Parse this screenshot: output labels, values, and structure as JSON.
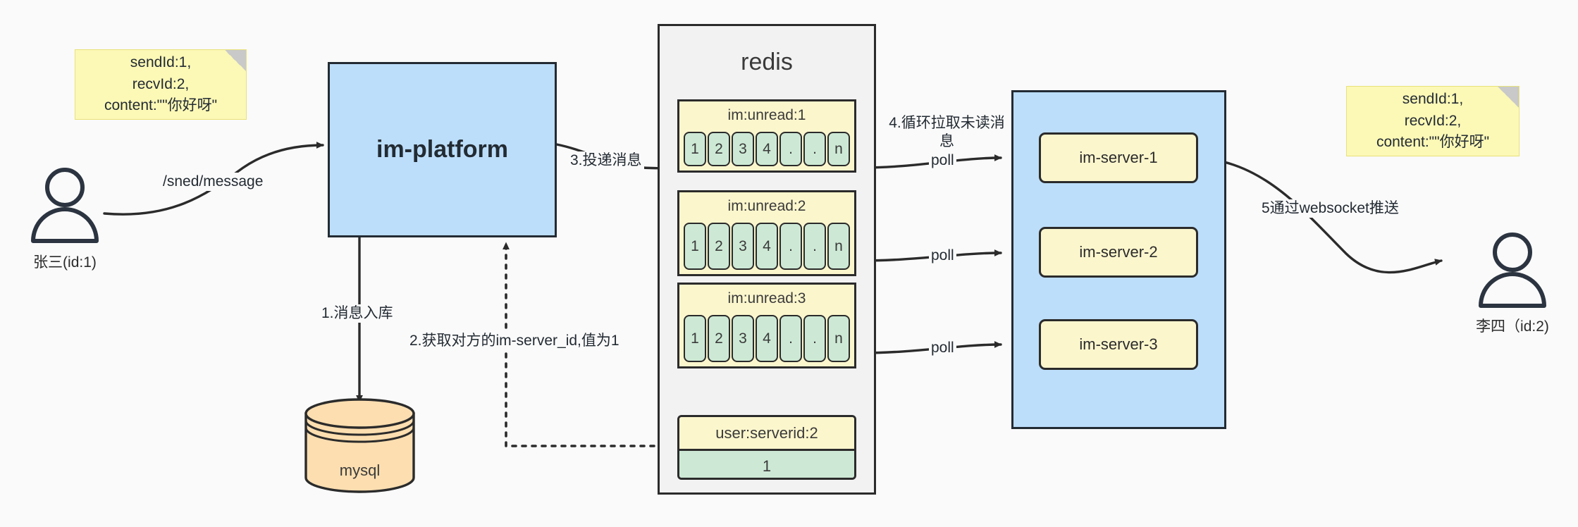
{
  "theme": {
    "bg": "#fafafa",
    "note_fill": "#fcf8b6",
    "blue_fill": "#bcdefa",
    "grey_fill": "#f2f2f2",
    "yellow_fill": "#fcf6cd",
    "green_fill": "#cde9d5",
    "mysql_fill": "#fcdeb0",
    "stroke": "#2b2b2b"
  },
  "notes": {
    "left": "sendId:1,\nrecvId:2,\ncontent:\"\"你好呀\"",
    "right": "sendId:1,\nrecvId:2,\ncontent:\"\"你好呀\""
  },
  "actors": {
    "sender": {
      "label": "张三(id:1)"
    },
    "receiver": {
      "label": "李四（id:2)"
    }
  },
  "platform": {
    "label": "im-platform"
  },
  "database": {
    "label": "mysql"
  },
  "redis": {
    "title": "redis",
    "lists": [
      {
        "key": "im:unread:1",
        "cells": [
          "1",
          "2",
          "3",
          "4",
          ".",
          ".",
          "n"
        ]
      },
      {
        "key": "im:unread:2",
        "cells": [
          "1",
          "2",
          "3",
          "4",
          ".",
          ".",
          "n"
        ]
      },
      {
        "key": "im:unread:3",
        "cells": [
          "1",
          "2",
          "3",
          "4",
          ".",
          ".",
          "n"
        ]
      }
    ],
    "entry": {
      "key": "user:serverid:2",
      "value": "1"
    }
  },
  "servers": {
    "items": [
      {
        "label": "im-server-1"
      },
      {
        "label": "im-server-2"
      },
      {
        "label": "im-server-3"
      }
    ]
  },
  "edges": {
    "send_message": "/sned/message",
    "step1": "1.消息入库",
    "step2": "2.获取对方的im-server_id,值为1",
    "step3": "3.投递消息",
    "step4": "4.循环拉取未读消\n息",
    "step5": "5通过websocket推送",
    "poll1": "poll",
    "poll2": "poll",
    "poll3": "poll"
  }
}
